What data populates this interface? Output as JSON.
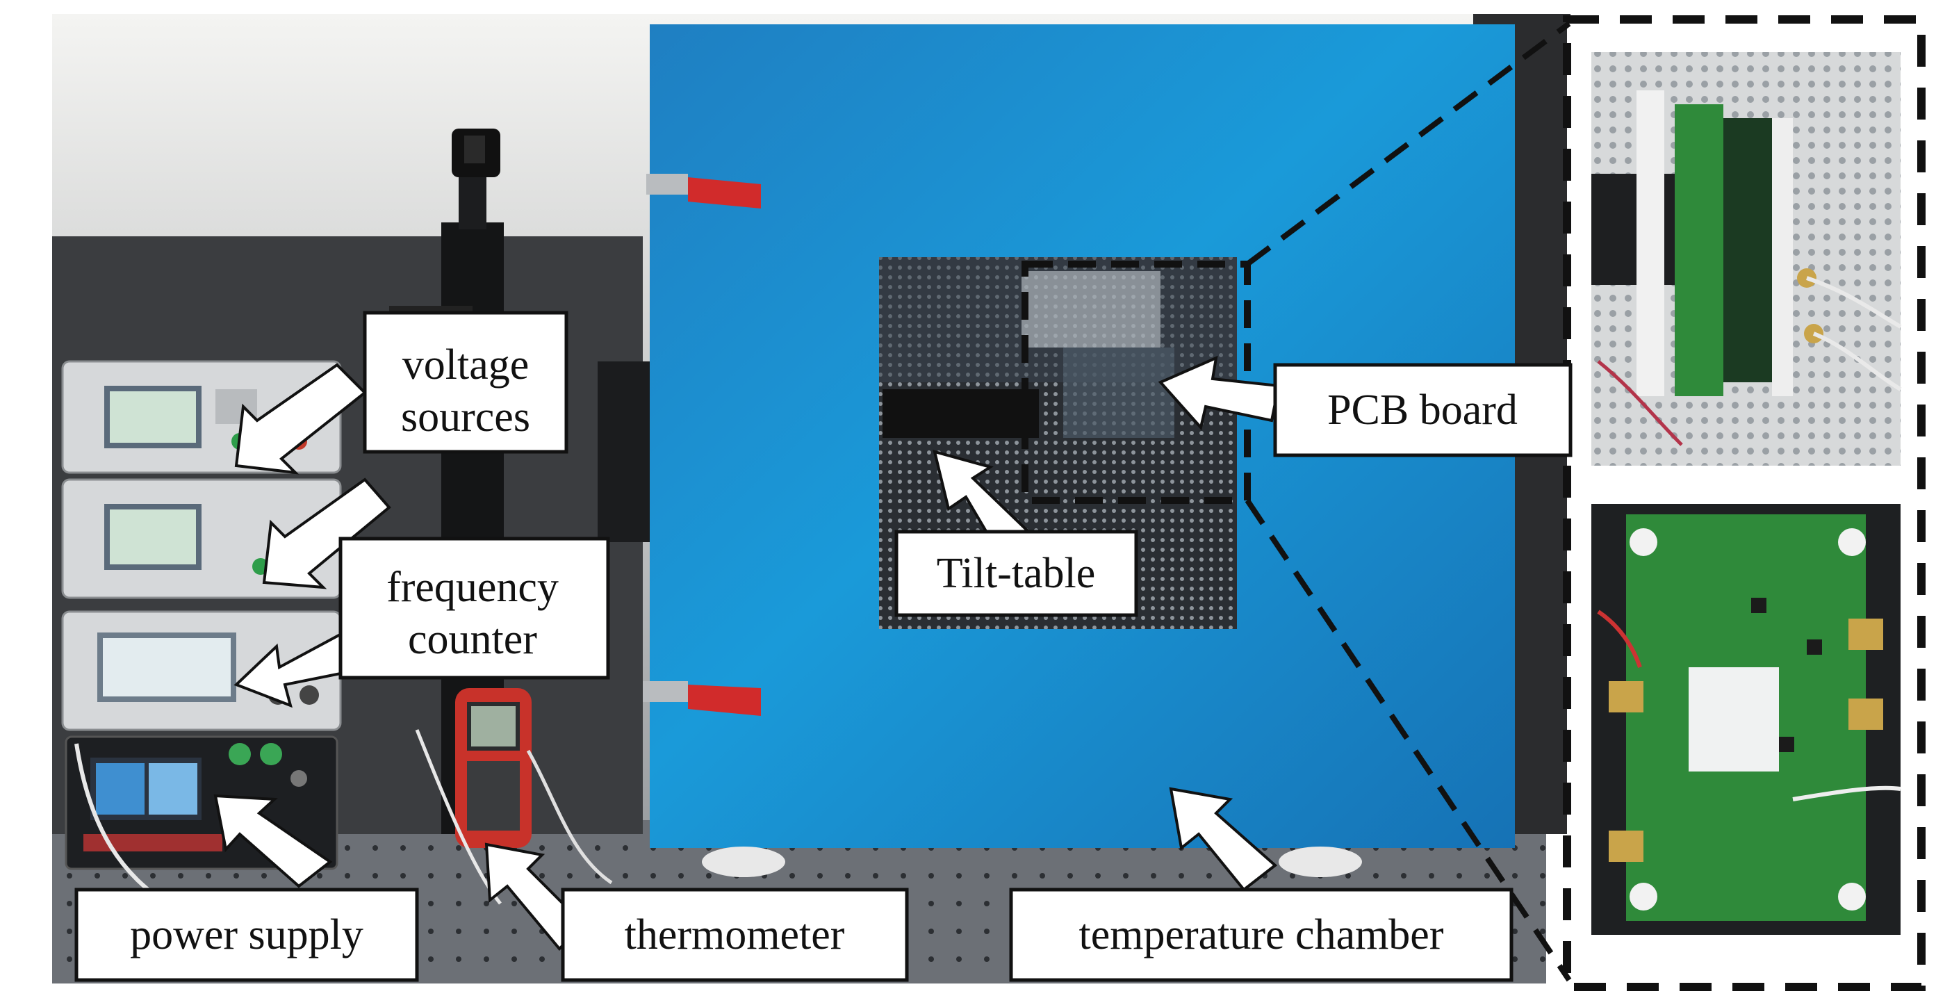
{
  "labels": {
    "voltage_sources_line1": "voltage",
    "voltage_sources_line2": "sources",
    "frequency_counter_line1": "frequency",
    "frequency_counter_line2": "counter",
    "power_supply": "power supply",
    "thermometer": "thermometer",
    "tilt_table": "Tilt-table",
    "pcb_board": "PCB board",
    "temperature_chamber": "temperature chamber"
  },
  "colors": {
    "chamber_blue": "#1b8fd0",
    "label_box_fill": "#ffffff",
    "label_border": "#111111",
    "arrow_fill": "#ffffff",
    "dashed_line": "#111111",
    "pcb_green": "#2f8a3a",
    "handle_red": "#d12b2b",
    "instrument_gray": "#cfd2d4",
    "thermometer_red": "#c8322a"
  }
}
